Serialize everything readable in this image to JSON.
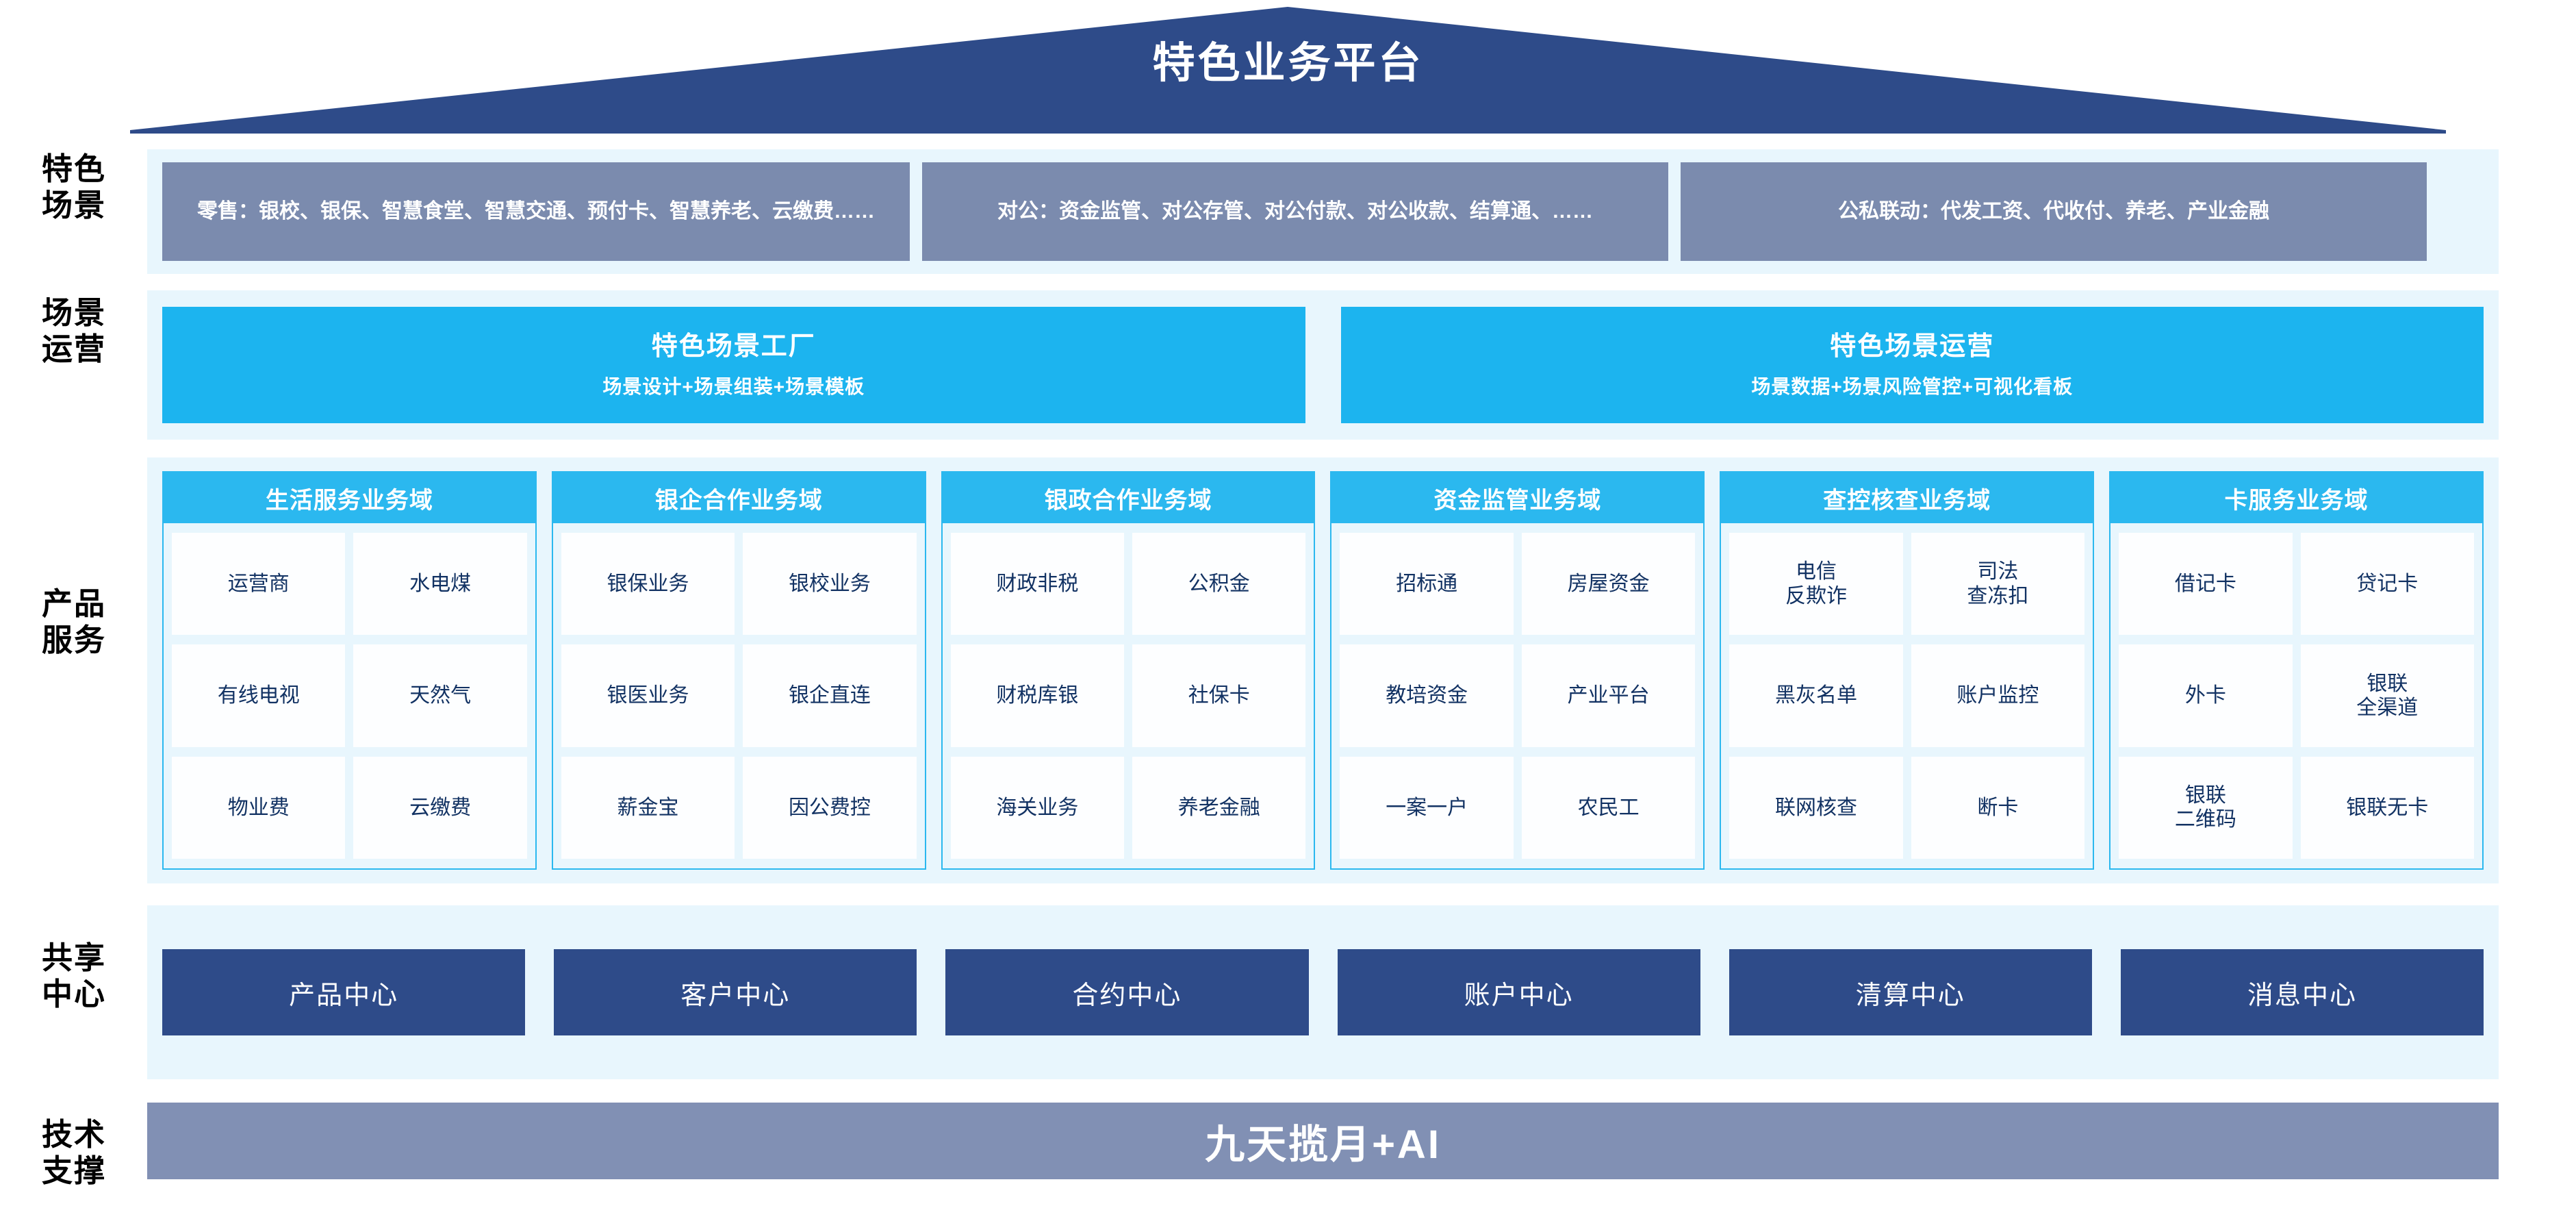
{
  "header": {
    "title": "特色业务平台",
    "roof_color": "#2e4b89"
  },
  "row_labels": {
    "scenario": "特色\n场景",
    "operation": "场景\n运营",
    "product": "产品\n服务",
    "shared": "共享\n中心",
    "tech": "技术\n支撑"
  },
  "scenario_row": {
    "boxes": [
      {
        "text": "零售：银校、银保、智慧食堂、智慧交通、预付卡、智慧养老、云缴费……"
      },
      {
        "text": "对公：资金监管、对公存管、对公付款、对公收款、结算通、……"
      },
      {
        "text": "公私联动：代发工资、代收付、养老、产业金融"
      }
    ],
    "box_color": "#7b8bae"
  },
  "operation_row": {
    "boxes": [
      {
        "title": "特色场景工厂",
        "subtitle": "场景设计+场景组装+场景模板"
      },
      {
        "title": "特色场景运营",
        "subtitle": "场景数据+场景风险管控+可视化看板"
      }
    ],
    "box_color": "#1cb4ef"
  },
  "product_row": {
    "header_color": "#2bb8ef",
    "cell_text_color": "#123263",
    "columns": [
      {
        "title": "生活服务业务域",
        "cells": [
          "运营商",
          "水电煤",
          "有线电视",
          "天然气",
          "物业费",
          "云缴费"
        ]
      },
      {
        "title": "银企合作业务域",
        "cells": [
          "银保业务",
          "银校业务",
          "银医业务",
          "银企直连",
          "薪金宝",
          "因公费控"
        ]
      },
      {
        "title": "银政合作业务域",
        "cells": [
          "财政非税",
          "公积金",
          "财税库银",
          "社保卡",
          "海关业务",
          "养老金融"
        ]
      },
      {
        "title": "资金监管业务域",
        "cells": [
          "招标通",
          "房屋资金",
          "教培资金",
          "产业平台",
          "一案一户",
          "农民工"
        ]
      },
      {
        "title": "查控核查业务域",
        "cells": [
          "电信\n反欺诈",
          "司法\n查冻扣",
          "黑灰名单",
          "账户监控",
          "联网核查",
          "断卡"
        ]
      },
      {
        "title": "卡服务业务域",
        "cells": [
          "借记卡",
          "贷记卡",
          "外卡",
          "银联\n全渠道",
          "银联\n二维码",
          "银联无卡"
        ]
      }
    ]
  },
  "shared_row": {
    "box_color": "#2e4b89",
    "boxes": [
      "产品中心",
      "客户中心",
      "合约中心",
      "账户中心",
      "清算中心",
      "消息中心"
    ]
  },
  "tech_row": {
    "label": "九天揽月+AI",
    "bar_color": "#8190b4"
  }
}
